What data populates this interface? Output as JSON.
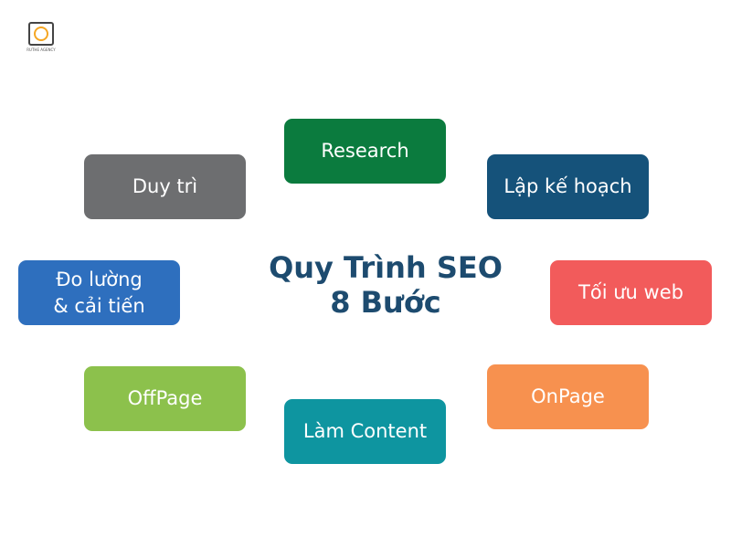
{
  "logo_text": "RUTHE AGENCY",
  "title": {
    "line1": "Quy Trình SEO",
    "line2": "8 Bước"
  },
  "steps": [
    {
      "label": "Research",
      "color": "#0b7b3e"
    },
    {
      "label": "Lập kế hoạch",
      "color": "#15527a"
    },
    {
      "label": "Tối ưu web",
      "color": "#f25b5b"
    },
    {
      "label": "OnPage",
      "color": "#f7914f"
    },
    {
      "label": "Làm Content",
      "color": "#0e95a0"
    },
    {
      "label": "OffPage",
      "color": "#8cc14c"
    },
    {
      "label": "Đo lường\n& cải tiến",
      "color": "#2e6fbe"
    },
    {
      "label": "Duy trì",
      "color": "#6d6e70"
    }
  ]
}
